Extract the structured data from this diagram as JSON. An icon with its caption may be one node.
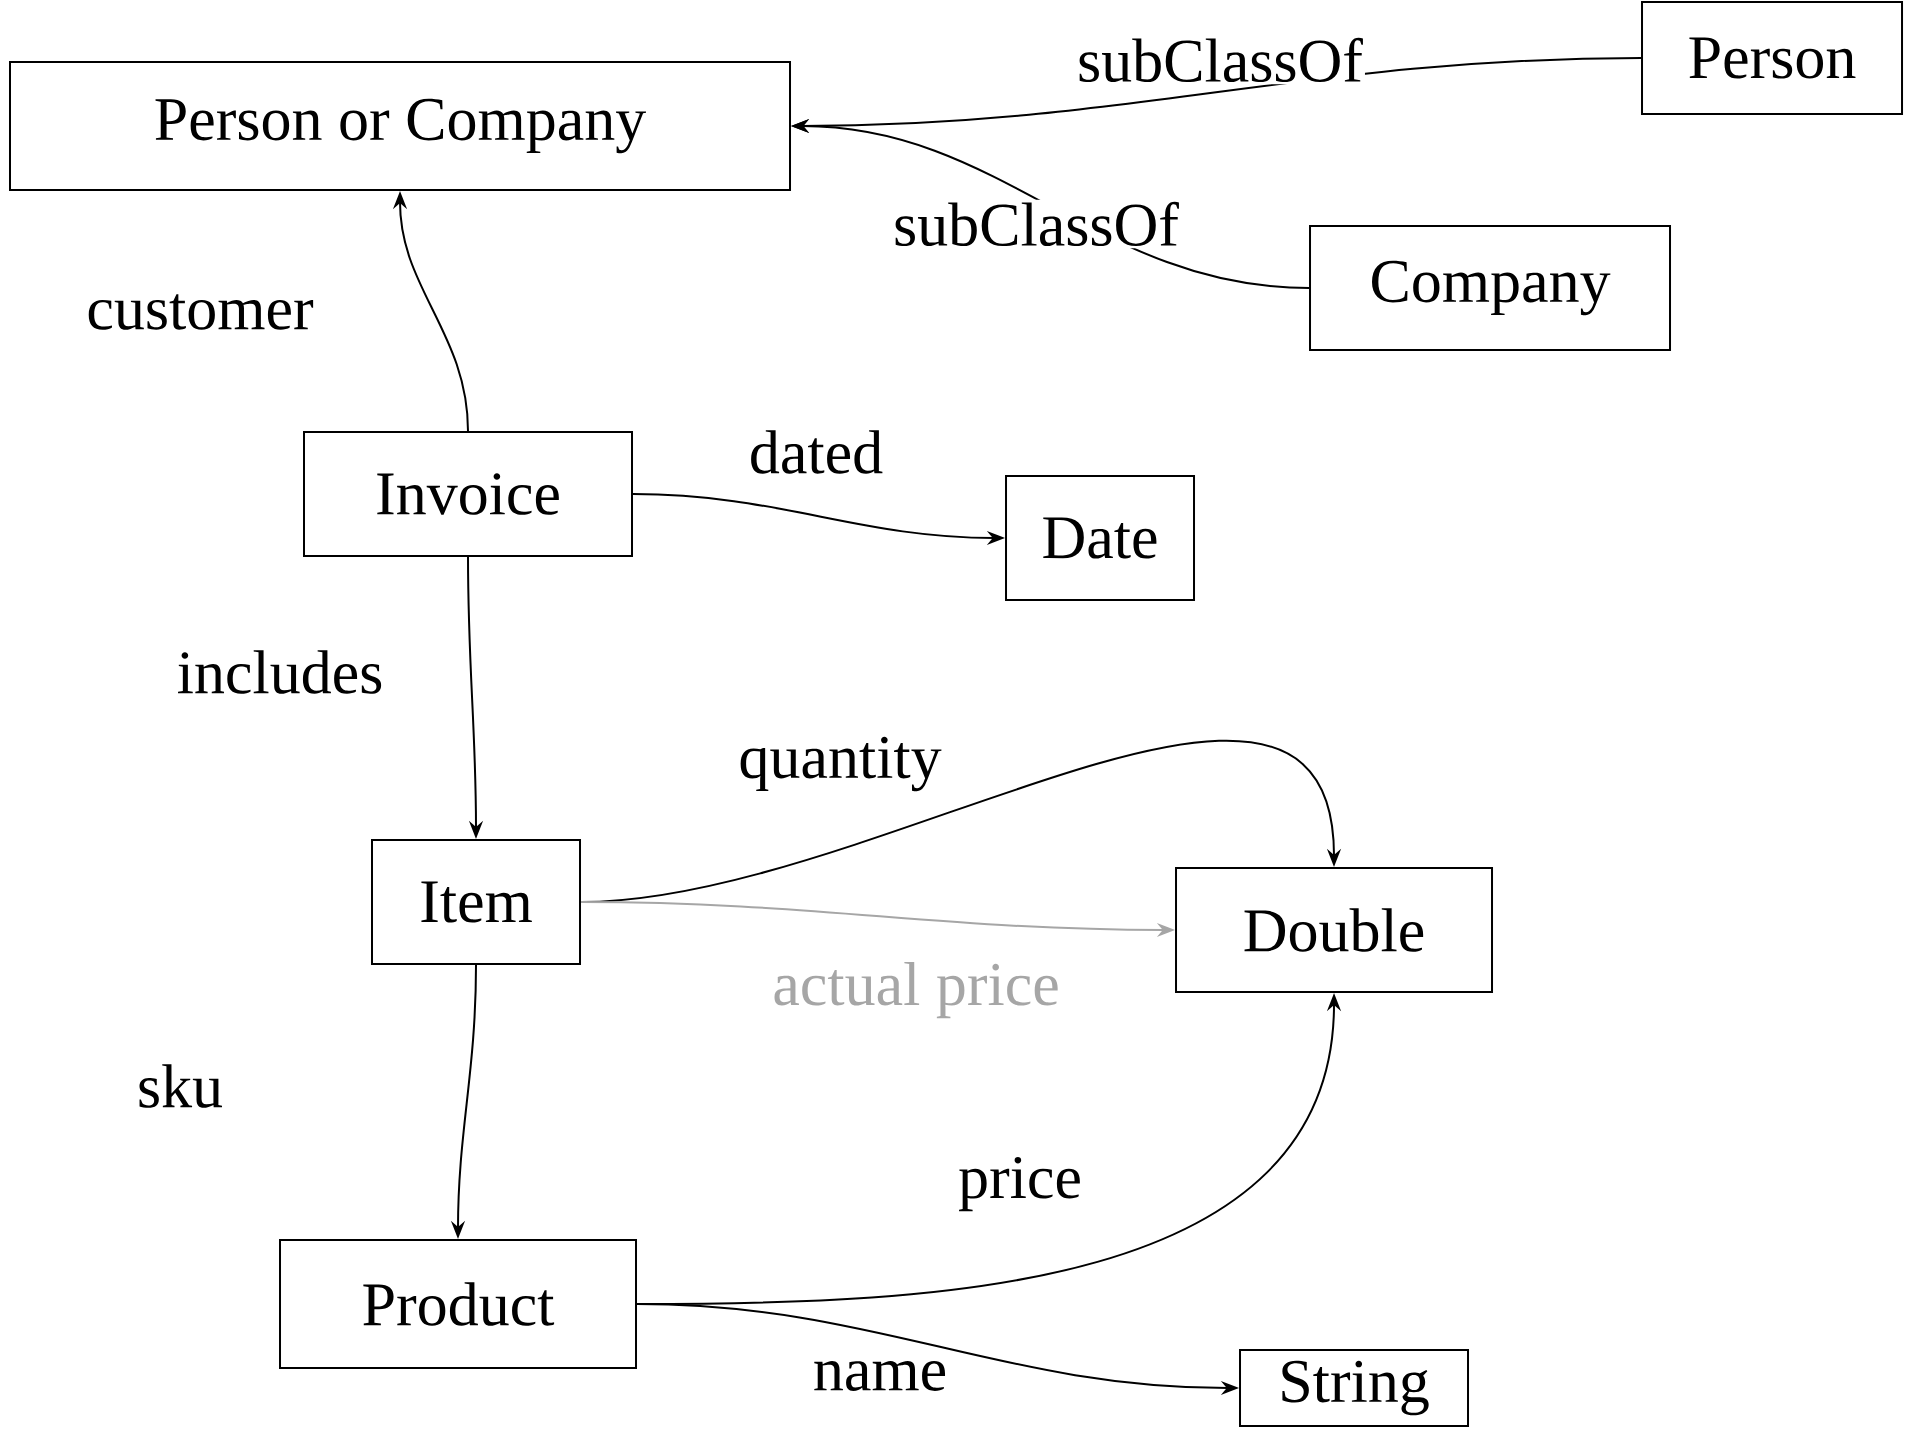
{
  "diagram": {
    "nodes": [
      {
        "text": [
          "Person or Company"
        ]
      },
      {
        "text": [
          "Person"
        ]
      },
      {
        "text": [
          "Company"
        ]
      },
      {
        "text": [
          "Invoice"
        ]
      },
      {
        "text": [
          "Date"
        ]
      },
      {
        "text": [
          "Item"
        ]
      },
      {
        "text": [
          "Double"
        ]
      },
      {
        "text": [
          "Product"
        ]
      },
      {
        "text": [
          "String"
        ]
      }
    ],
    "edges": [
      {
        "from": 1,
        "to": 0,
        "arrow": "to",
        "label": "subClassOf"
      },
      {
        "from": 2,
        "to": 0,
        "arrow": "to",
        "label": "subClassOf"
      },
      {
        "from": 3,
        "to": 0,
        "arrow": "to",
        "label": "customer"
      },
      {
        "from": 3,
        "to": 4,
        "arrow": "to",
        "label": "dated"
      },
      {
        "from": 3,
        "to": 5,
        "arrow": "to",
        "label": "includes"
      },
      {
        "from": 5,
        "to": 6,
        "arrow": "to",
        "label": "quantity"
      },
      {
        "from": 5,
        "to": 6,
        "arrow": "to",
        "label": "actual price",
        "color": "#a6a6a6"
      },
      {
        "from": 5,
        "to": 7,
        "arrow": "to",
        "label": "sku"
      },
      {
        "from": 7,
        "to": 6,
        "arrow": "to",
        "label": "price"
      },
      {
        "from": 7,
        "to": 8,
        "arrow": "to",
        "label": "name"
      }
    ]
  }
}
